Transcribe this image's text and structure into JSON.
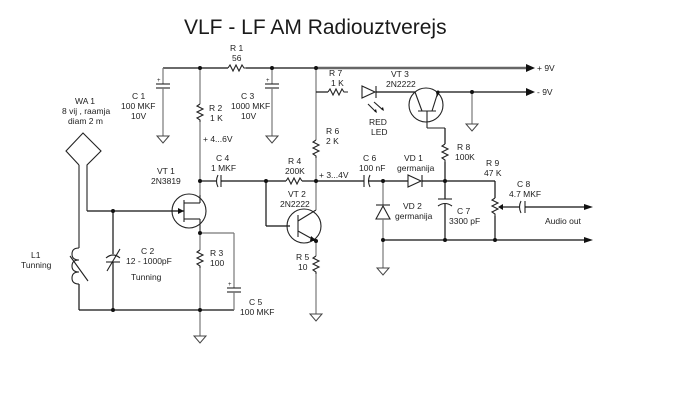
{
  "title": "VLF - LF AM Radiouztverejs",
  "components": {
    "WA1": {
      "ref": "WA 1",
      "value_line1": "8 vij , raamja",
      "value_line2": "diam 2 m",
      "icon": "loop-antenna-icon"
    },
    "L1": {
      "ref": "L1",
      "value": "Tunning",
      "icon": "variable-inductor-icon"
    },
    "C1": {
      "ref": "C 1",
      "value": "100 MKF",
      "voltage": "10V",
      "icon": "polarized-capacitor-icon"
    },
    "C2": {
      "ref": "C 2",
      "value": "12 - 1000pF",
      "note": "Tunning",
      "icon": "variable-capacitor-icon"
    },
    "C3": {
      "ref": "C 3",
      "value": "1000 MKF",
      "voltage": "10V",
      "icon": "polarized-capacitor-icon"
    },
    "C4": {
      "ref": "C 4",
      "value": "1 MKF",
      "icon": "capacitor-icon"
    },
    "C5": {
      "ref": "C 5",
      "value": "100 MKF",
      "icon": "polarized-capacitor-icon"
    },
    "C6": {
      "ref": "C 6",
      "value": "100 nF",
      "icon": "capacitor-icon"
    },
    "C7": {
      "ref": "C 7",
      "value": "3300 pF",
      "icon": "capacitor-icon"
    },
    "C8": {
      "ref": "C 8",
      "value": "4.7 MKF",
      "icon": "capacitor-icon"
    },
    "R1": {
      "ref": "R 1",
      "value": "56",
      "icon": "resistor-icon"
    },
    "R2": {
      "ref": "R 2",
      "value": "1 K",
      "icon": "resistor-icon"
    },
    "R3": {
      "ref": "R 3",
      "value": "100",
      "icon": "resistor-icon"
    },
    "R4": {
      "ref": "R 4",
      "value": "200K",
      "icon": "resistor-icon"
    },
    "R5": {
      "ref": "R 5",
      "value": "10",
      "icon": "resistor-icon"
    },
    "R6": {
      "ref": "R 6",
      "value": "2 K",
      "icon": "resistor-icon"
    },
    "R7": {
      "ref": "R 7",
      "value": "1 K",
      "icon": "resistor-icon"
    },
    "R8": {
      "ref": "R 8",
      "value": "100K",
      "icon": "resistor-icon"
    },
    "R9": {
      "ref": "R 9",
      "value": "47 K",
      "icon": "potentiometer-icon"
    },
    "VT1": {
      "ref": "VT 1",
      "value": "2N3819",
      "icon": "jfet-icon"
    },
    "VT2": {
      "ref": "VT 2",
      "value": "2N2222",
      "icon": "npn-transistor-icon"
    },
    "VT3": {
      "ref": "VT 3",
      "value": "2N2222",
      "icon": "npn-transistor-icon"
    },
    "VD1": {
      "ref": "VD 1",
      "value": "germanija",
      "icon": "diode-icon"
    },
    "VD2": {
      "ref": "VD 2",
      "value": "germanija",
      "icon": "diode-icon"
    },
    "LED": {
      "value_line1": "RED",
      "value_line2": "LED",
      "icon": "led-icon"
    }
  },
  "nodes": {
    "vt1_drain_voltage": "+ 4...6V",
    "vt2_collector_voltage": "+ 3...4V"
  },
  "terminals": {
    "plus9": "+ 9V",
    "minus9": "- 9V",
    "audio_out": "Audio out"
  }
}
